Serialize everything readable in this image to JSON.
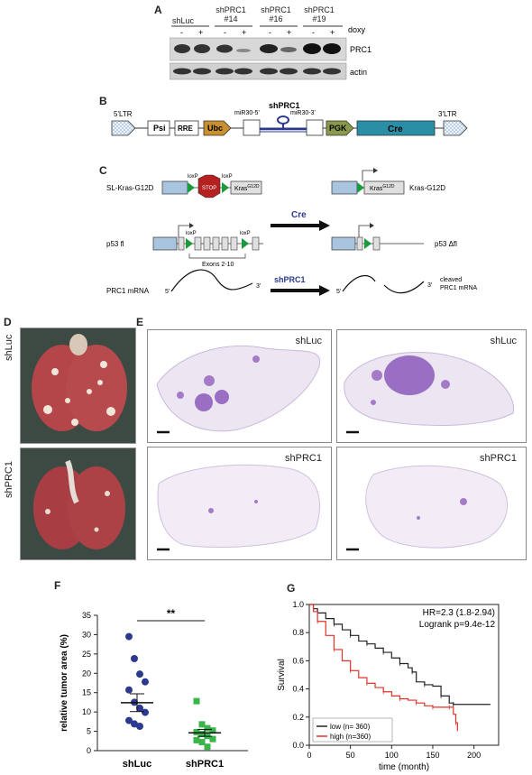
{
  "panels": {
    "A": "A",
    "B": "B",
    "C": "C",
    "D": "D",
    "E": "E",
    "F": "F",
    "G": "G"
  },
  "panelA": {
    "lanes": [
      "shLuc",
      "shPRC1",
      "shPRC1",
      "shPRC1"
    ],
    "lane_ids": [
      "",
      "#14",
      "#16",
      "#19"
    ],
    "doxy_label": "doxy",
    "doxy_signs": [
      "-",
      "+",
      "-",
      "+",
      "-",
      "+",
      "-",
      "+"
    ],
    "bands": [
      "PRC1",
      "actin"
    ]
  },
  "panelB": {
    "ltr5": "5'LTR",
    "psi": "Psi",
    "rre": "RRE",
    "ubc": "Ubc",
    "mir5": "miR30-5'",
    "shprc1": "shPRC1",
    "mir3": "miR30-3'",
    "pgk": "PGK",
    "cre": "Cre",
    "ltr3": "3'LTR"
  },
  "panelC": {
    "kras_left": "SL-Kras-G12D",
    "stop": "STOP",
    "loxp": "loxP",
    "kras_gene": "Kras",
    "kras_sup": "G12D",
    "kras_right": "Kras-G12D",
    "cre_arrow": "Cre",
    "p53_left": "p53 fl",
    "p53_right": "p53 Δfl",
    "exons": "Exons 2-10",
    "mrna_left": "PRC1 mRNA",
    "five": "5'",
    "three": "3'",
    "shprc1_arrow": "shPRC1",
    "cleaved1": "cleaved",
    "cleaved2": "PRC1 mRNA"
  },
  "panelD": {
    "top": "shLuc",
    "bottom": "shPRC1"
  },
  "panelE": {
    "tl": "shLuc",
    "tr": "shLuc",
    "bl": "shPRC1",
    "br": "shPRC1"
  },
  "colors": {
    "ubc": "#c8902e",
    "pgk": "#8a9a4a",
    "cre": "#2a8fa6",
    "stop": "#b52020",
    "loxp": "#1a9a3a",
    "blue": "#2b3a8f",
    "green": "#39b54a",
    "red": "#e3312b",
    "pink": "#e05a9a"
  },
  "chart_data": [
    {
      "type": "scatter",
      "ylabel": "relative tumor area (%)",
      "ylim": [
        0,
        35
      ],
      "yticks": [
        0,
        5,
        10,
        15,
        20,
        25,
        30,
        35
      ],
      "categories": [
        "shLuc",
        "shPRC1"
      ],
      "significance": "**",
      "series": [
        {
          "name": "shLuc",
          "values": [
            29.5,
            23.8,
            19.8,
            17.8,
            15.7,
            12.5,
            11.0,
            9.9,
            7.8,
            6.9,
            6.3
          ],
          "mean": 12.4,
          "sem": 2.3
        },
        {
          "name": "shPRC1",
          "values": [
            12.8,
            6.8,
            5.8,
            5.2,
            4.8,
            4.3,
            3.8,
            3.0,
            2.7,
            2.2,
            1.0
          ],
          "mean": 4.6,
          "sem": 0.9
        }
      ]
    },
    {
      "type": "line",
      "ylabel": "Survival",
      "xlabel": "time (month)",
      "xlim": [
        0,
        230
      ],
      "ylim": [
        0,
        1.0
      ],
      "xticks": [
        0,
        50,
        100,
        150,
        200
      ],
      "yticks": [
        "0.0",
        "0.2",
        "0.4",
        "0.6",
        "0.8",
        "1.0"
      ],
      "hr": "HR=2.3 (1.8-2.94)",
      "logrank": "Logrank p=9.4e-12",
      "series": [
        {
          "name": "low (n= 360)",
          "color": "#222222",
          "points": [
            [
              0,
              1.0
            ],
            [
              5,
              0.97
            ],
            [
              10,
              0.94
            ],
            [
              20,
              0.9
            ],
            [
              30,
              0.86
            ],
            [
              40,
              0.82
            ],
            [
              50,
              0.78
            ],
            [
              60,
              0.74
            ],
            [
              70,
              0.72
            ],
            [
              80,
              0.69
            ],
            [
              90,
              0.66
            ],
            [
              100,
              0.62
            ],
            [
              110,
              0.58
            ],
            [
              120,
              0.55
            ],
            [
              125,
              0.52
            ],
            [
              130,
              0.45
            ],
            [
              140,
              0.43
            ],
            [
              150,
              0.42
            ],
            [
              160,
              0.35
            ],
            [
              170,
              0.3
            ],
            [
              175,
              0.29
            ],
            [
              220,
              0.29
            ]
          ]
        },
        {
          "name": "high (n=360)",
          "color": "#e3312b",
          "points": [
            [
              0,
              1.0
            ],
            [
              5,
              0.95
            ],
            [
              10,
              0.88
            ],
            [
              20,
              0.78
            ],
            [
              30,
              0.68
            ],
            [
              40,
              0.6
            ],
            [
              50,
              0.53
            ],
            [
              60,
              0.48
            ],
            [
              70,
              0.44
            ],
            [
              80,
              0.41
            ],
            [
              90,
              0.38
            ],
            [
              100,
              0.35
            ],
            [
              110,
              0.33
            ],
            [
              120,
              0.32
            ],
            [
              130,
              0.3
            ],
            [
              140,
              0.28
            ],
            [
              150,
              0.27
            ],
            [
              160,
              0.27
            ],
            [
              170,
              0.27
            ],
            [
              175,
              0.22
            ],
            [
              178,
              0.16
            ],
            [
              180,
              0.1
            ]
          ]
        }
      ]
    }
  ]
}
